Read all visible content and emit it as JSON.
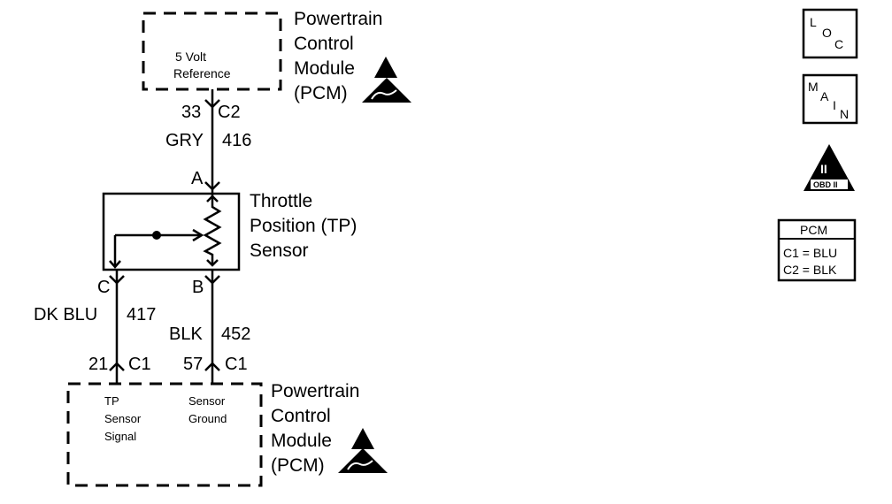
{
  "pcm_top": {
    "title_lines": [
      "Powertrain",
      "Control",
      "Module",
      "(PCM)"
    ],
    "inner_label_lines": [
      "5 Volt",
      "Reference"
    ]
  },
  "wire_416": {
    "pin": "33",
    "connector": "C2",
    "color": "GRY",
    "circuit": "416"
  },
  "tp_sensor": {
    "title_lines": [
      "Throttle",
      "Position (TP)",
      "Sensor"
    ],
    "pin_a": "A",
    "pin_b": "B",
    "pin_c": "C"
  },
  "wire_417": {
    "color": "DK BLU",
    "circuit": "417",
    "pin": "21",
    "connector": "C1"
  },
  "wire_452": {
    "color": "BLK",
    "circuit": "452",
    "pin": "57",
    "connector": "C1"
  },
  "pcm_bottom": {
    "title_lines": [
      "Powertrain",
      "Control",
      "Module",
      "(PCM)"
    ],
    "signal_label_lines": [
      "TP",
      "Sensor",
      "Signal"
    ],
    "ground_label_lines": [
      "Sensor",
      "Ground"
    ]
  },
  "icons": {
    "loc": [
      "L",
      "O",
      "C"
    ],
    "main": [
      "M",
      "A",
      "I",
      "N"
    ],
    "obd": {
      "roman": "II",
      "label": "OBD II"
    }
  },
  "connector_legend": {
    "title": "PCM",
    "rows": [
      "C1 = BLU",
      "C2 = BLK"
    ]
  }
}
